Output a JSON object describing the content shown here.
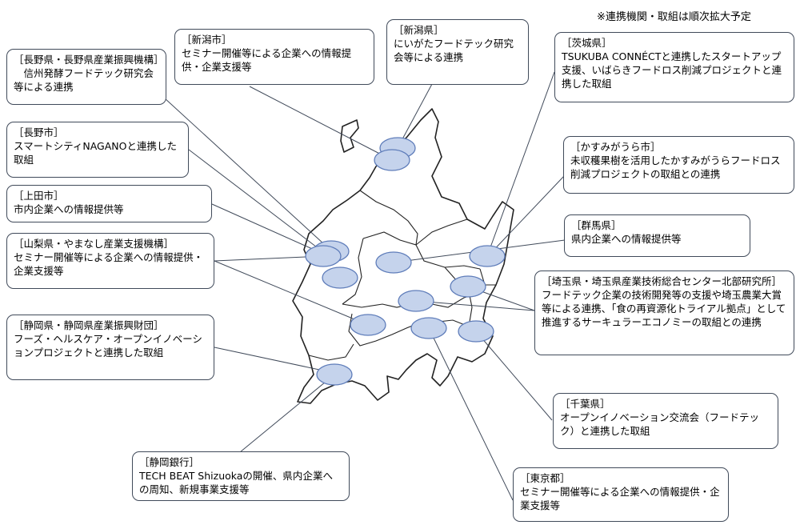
{
  "note": "※連携機関・取組は順次拡大予定",
  "colors": {
    "region_fill": "#c5d3ec",
    "region_stroke": "#5f7dba",
    "box_border": "#404a5a",
    "line": "#404a5a"
  },
  "boxes": [
    {
      "id": "nagano-pref",
      "title": "［長野県・長野県産業振興機構］",
      "desc": "　信州発酵フードテック研究会　等による連携"
    },
    {
      "id": "nagano-city",
      "title": "［長野市］",
      "desc": "スマートシティNAGANOと連携した取組"
    },
    {
      "id": "ueda",
      "title": "［上田市］",
      "desc": "市内企業への情報提供等"
    },
    {
      "id": "yamanashi",
      "title": "［山梨県・やまなし産業支援機構］",
      "desc": "セミナー開催等による企業への情報提供・企業支援等"
    },
    {
      "id": "shizuoka-pref",
      "title": "［静岡県・静岡県産業振興財団］",
      "desc": "フーズ・ヘルスケア・オープンイノベーションプロジェクトと連携した取組"
    },
    {
      "id": "shizuoka-bank",
      "title": "［静岡銀行］",
      "desc": "TECH BEAT Shizuokaの開催、県内企業への周知、新規事業支援等"
    },
    {
      "id": "niigata-city",
      "title": "［新潟市］",
      "desc": "セミナー開催等による企業への情報提供・企業支援等"
    },
    {
      "id": "niigata-pref",
      "title": "［新潟県］",
      "desc": "にいがたフードテック研究会等による連携"
    },
    {
      "id": "ibaraki",
      "title": "［茨城県］",
      "desc": "TSUKUBA CONNÉCTと連携したスタートアップ支援、いばらきフードロス削減プロジェクトと連携した取組"
    },
    {
      "id": "kasumigaura",
      "title": "［かすみがうら市］",
      "desc": "未収穫果樹を活用したかすみがうらフードロス削減プロジェクトの取組との連携"
    },
    {
      "id": "gunma",
      "title": "［群馬県］",
      "desc": "県内企業への情報提供等"
    },
    {
      "id": "saitama",
      "title": "［埼玉県・埼玉県産業技術総合センター北部研究所］",
      "desc": "フードテック企業の技術開発等の支援や埼玉農業大賞等による連携、「食の再資源化トライアル拠点」として推進するサーキュラーエコノミーの取組との連携"
    },
    {
      "id": "chiba",
      "title": "［千葉県］",
      "desc": "オープンイノベーション交流会（フードテック）と連携した取組"
    },
    {
      "id": "tokyo",
      "title": "［東京都］",
      "desc": "セミナー開催等による企業への情報提供・企業支援等"
    }
  ]
}
